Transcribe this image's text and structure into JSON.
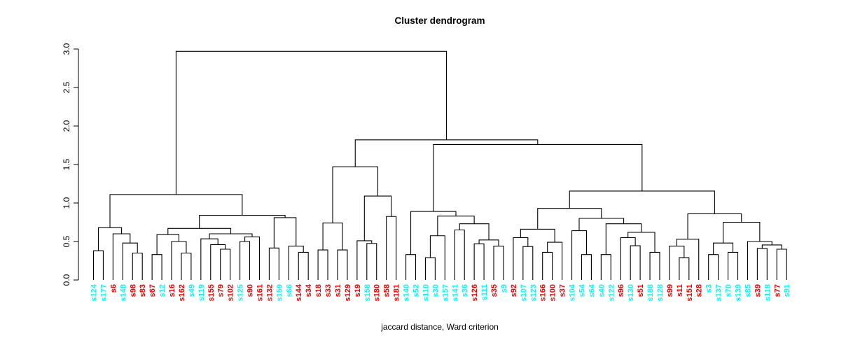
{
  "title": "Cluster dendrogram",
  "subtitle": "jaccard distance, Ward criterion",
  "colors": {
    "cyan": "#00ffff",
    "red": "#ff0000",
    "line": "#000000",
    "background": "#ffffff"
  },
  "chart_data": {
    "type": "dendrogram",
    "ylim": [
      0,
      3
    ],
    "yticks": [
      "0.0",
      "0.5",
      "1.0",
      "1.5",
      "2.0",
      "2.5",
      "3.0"
    ],
    "grid": false,
    "leaves": [
      {
        "label": "s124",
        "color": "cyan"
      },
      {
        "label": "s177",
        "color": "cyan"
      },
      {
        "label": "s6",
        "color": "red"
      },
      {
        "label": "s148",
        "color": "cyan"
      },
      {
        "label": "s98",
        "color": "red"
      },
      {
        "label": "s83",
        "color": "red"
      },
      {
        "label": "s67",
        "color": "red"
      },
      {
        "label": "s12",
        "color": "cyan"
      },
      {
        "label": "s16",
        "color": "red"
      },
      {
        "label": "s162",
        "color": "red"
      },
      {
        "label": "s49",
        "color": "cyan"
      },
      {
        "label": "s119",
        "color": "cyan"
      },
      {
        "label": "s155",
        "color": "red"
      },
      {
        "label": "s79",
        "color": "red"
      },
      {
        "label": "s102",
        "color": "red"
      },
      {
        "label": "s125",
        "color": "cyan"
      },
      {
        "label": "s90",
        "color": "red"
      },
      {
        "label": "s161",
        "color": "red"
      },
      {
        "label": "s132",
        "color": "red"
      },
      {
        "label": "s159",
        "color": "cyan"
      },
      {
        "label": "s66",
        "color": "cyan"
      },
      {
        "label": "s144",
        "color": "red"
      },
      {
        "label": "s34",
        "color": "red"
      },
      {
        "label": "s18",
        "color": "red"
      },
      {
        "label": "s33",
        "color": "red"
      },
      {
        "label": "s31",
        "color": "red"
      },
      {
        "label": "s129",
        "color": "red"
      },
      {
        "label": "s19",
        "color": "red"
      },
      {
        "label": "s158",
        "color": "cyan"
      },
      {
        "label": "s180",
        "color": "red"
      },
      {
        "label": "s58",
        "color": "red"
      },
      {
        "label": "s181",
        "color": "red"
      },
      {
        "label": "s140",
        "color": "cyan"
      },
      {
        "label": "s52",
        "color": "cyan"
      },
      {
        "label": "s110",
        "color": "cyan"
      },
      {
        "label": "s30",
        "color": "cyan"
      },
      {
        "label": "s157",
        "color": "cyan"
      },
      {
        "label": "s141",
        "color": "cyan"
      },
      {
        "label": "s36",
        "color": "cyan"
      },
      {
        "label": "s126",
        "color": "red"
      },
      {
        "label": "s111",
        "color": "cyan"
      },
      {
        "label": "s35",
        "color": "red"
      },
      {
        "label": "s9",
        "color": "cyan"
      },
      {
        "label": "s92",
        "color": "red"
      },
      {
        "label": "s107",
        "color": "cyan"
      },
      {
        "label": "s123",
        "color": "cyan"
      },
      {
        "label": "s166",
        "color": "red"
      },
      {
        "label": "s100",
        "color": "red"
      },
      {
        "label": "s37",
        "color": "red"
      },
      {
        "label": "s104",
        "color": "cyan"
      },
      {
        "label": "s54",
        "color": "cyan"
      },
      {
        "label": "s64",
        "color": "cyan"
      },
      {
        "label": "s40",
        "color": "cyan"
      },
      {
        "label": "s122",
        "color": "cyan"
      },
      {
        "label": "s96",
        "color": "red"
      },
      {
        "label": "s130",
        "color": "cyan"
      },
      {
        "label": "s51",
        "color": "red"
      },
      {
        "label": "s188",
        "color": "cyan"
      },
      {
        "label": "s128",
        "color": "cyan"
      },
      {
        "label": "s99",
        "color": "red"
      },
      {
        "label": "s11",
        "color": "red"
      },
      {
        "label": "s151",
        "color": "red"
      },
      {
        "label": "s28",
        "color": "red"
      },
      {
        "label": "s3",
        "color": "cyan"
      },
      {
        "label": "s137",
        "color": "cyan"
      },
      {
        "label": "s70",
        "color": "cyan"
      },
      {
        "label": "s139",
        "color": "cyan"
      },
      {
        "label": "s85",
        "color": "cyan"
      },
      {
        "label": "s39",
        "color": "red"
      },
      {
        "label": "s118",
        "color": "cyan"
      },
      {
        "label": "s77",
        "color": "red"
      },
      {
        "label": "s91",
        "color": "cyan"
      }
    ],
    "tree": {
      "h": 2.97,
      "c": [
        {
          "h": 1.11,
          "c": [
            {
              "h": 0.68,
              "c": [
                {
                  "h": 0.38,
                  "c": [
                    "s124",
                    "s177"
                  ]
                },
                {
                  "h": 0.6,
                  "c": [
                    "s6",
                    {
                      "h": 0.48,
                      "c": [
                        "s148",
                        {
                          "h": 0.35,
                          "c": [
                            "s98",
                            "s83"
                          ]
                        }
                      ]
                    }
                  ]
                }
              ]
            },
            {
              "h": 0.84,
              "c": [
                {
                  "h": 0.67,
                  "c": [
                    {
                      "h": 0.59,
                      "c": [
                        {
                          "h": 0.33,
                          "c": [
                            "s67",
                            "s12"
                          ]
                        },
                        {
                          "h": 0.5,
                          "c": [
                            "s16",
                            {
                              "h": 0.35,
                              "c": [
                                "s162",
                                "s49"
                              ]
                            }
                          ]
                        }
                      ]
                    },
                    {
                      "h": 0.6,
                      "c": [
                        {
                          "h": 0.535,
                          "c": [
                            "s119",
                            {
                              "h": 0.46,
                              "c": [
                                "s155",
                                {
                                  "h": 0.4,
                                  "c": [
                                    "s79",
                                    "s102"
                                  ]
                                }
                              ]
                            }
                          ]
                        },
                        {
                          "h": 0.56,
                          "c": [
                            {
                              "h": 0.5,
                              "c": [
                                "s125",
                                "s90"
                              ]
                            },
                            "s161"
                          ]
                        }
                      ]
                    }
                  ]
                },
                {
                  "h": 0.81,
                  "c": [
                    {
                      "h": 0.415,
                      "c": [
                        "s132",
                        "s159"
                      ]
                    },
                    {
                      "h": 0.44,
                      "c": [
                        "s66",
                        {
                          "h": 0.36,
                          "c": [
                            "s144",
                            "s34"
                          ]
                        }
                      ]
                    }
                  ]
                }
              ]
            }
          ]
        },
        {
          "h": 1.82,
          "c": [
            {
              "h": 1.47,
              "c": [
                {
                  "h": 0.74,
                  "c": [
                    {
                      "h": 0.39,
                      "c": [
                        "s18",
                        "s33"
                      ]
                    },
                    {
                      "h": 0.39,
                      "c": [
                        "s31",
                        "s129"
                      ]
                    }
                  ]
                },
                {
                  "h": 1.09,
                  "c": [
                    {
                      "h": 0.51,
                      "c": [
                        "s19",
                        {
                          "h": 0.475,
                          "c": [
                            "s158",
                            "s180"
                          ]
                        }
                      ]
                    },
                    {
                      "h": 0.825,
                      "c": [
                        "s58",
                        "s181"
                      ]
                    }
                  ]
                }
              ]
            },
            {
              "h": 1.76,
              "c": [
                {
                  "h": 0.89,
                  "c": [
                    {
                      "h": 0.33,
                      "c": [
                        "s140",
                        "s52"
                      ]
                    },
                    {
                      "h": 0.83,
                      "c": [
                        {
                          "h": 0.575,
                          "c": [
                            {
                              "h": 0.29,
                              "c": [
                                "s110",
                                "s30"
                              ]
                            },
                            "s157"
                          ]
                        },
                        {
                          "h": 0.73,
                          "c": [
                            {
                              "h": 0.65,
                              "c": [
                                "s141",
                                "s36"
                              ]
                            },
                            {
                              "h": 0.52,
                              "c": [
                                {
                                  "h": 0.47,
                                  "c": [
                                    "s126",
                                    "s111"
                                  ]
                                },
                                {
                                  "h": 0.44,
                                  "c": [
                                    "s35",
                                    "s9"
                                  ]
                                }
                              ]
                            }
                          ]
                        }
                      ]
                    }
                  ]
                },
                {
                  "h": 1.155,
                  "c": [
                    {
                      "h": 0.93,
                      "c": [
                        {
                          "h": 0.66,
                          "c": [
                            {
                              "h": 0.55,
                              "c": [
                                "s92",
                                {
                                  "h": 0.435,
                                  "c": [
                                    "s107",
                                    "s123"
                                  ]
                                }
                              ]
                            },
                            {
                              "h": 0.49,
                              "c": [
                                {
                                  "h": 0.36,
                                  "c": [
                                    "s166",
                                    "s100"
                                  ]
                                },
                                "s37"
                              ]
                            }
                          ]
                        },
                        {
                          "h": 0.8,
                          "c": [
                            {
                              "h": 0.64,
                              "c": [
                                "s104",
                                {
                                  "h": 0.33,
                                  "c": [
                                    "s54",
                                    "s64"
                                  ]
                                }
                              ]
                            },
                            {
                              "h": 0.73,
                              "c": [
                                {
                                  "h": 0.33,
                                  "c": [
                                    "s40",
                                    "s122"
                                  ]
                                },
                                {
                                  "h": 0.62,
                                  "c": [
                                    {
                                      "h": 0.55,
                                      "c": [
                                        "s96",
                                        {
                                          "h": 0.445,
                                          "c": [
                                            "s130",
                                            "s51"
                                          ]
                                        }
                                      ]
                                    },
                                    {
                                      "h": 0.36,
                                      "c": [
                                        "s188",
                                        "s128"
                                      ]
                                    }
                                  ]
                                }
                              ]
                            }
                          ]
                        }
                      ]
                    },
                    {
                      "h": 0.86,
                      "c": [
                        {
                          "h": 0.53,
                          "c": [
                            {
                              "h": 0.44,
                              "c": [
                                "s99",
                                {
                                  "h": 0.29,
                                  "c": [
                                    "s11",
                                    "s151"
                                  ]
                                }
                              ]
                            },
                            "s28"
                          ]
                        },
                        {
                          "h": 0.75,
                          "c": [
                            {
                              "h": 0.48,
                              "c": [
                                {
                                  "h": 0.33,
                                  "c": [
                                    "s3",
                                    "s137"
                                  ]
                                },
                                {
                                  "h": 0.36,
                                  "c": [
                                    "s70",
                                    "s139"
                                  ]
                                }
                              ]
                            },
                            {
                              "h": 0.5,
                              "c": [
                                "s85",
                                {
                                  "h": 0.455,
                                  "c": [
                                    {
                                      "h": 0.41,
                                      "c": [
                                        "s39",
                                        "s118"
                                      ]
                                    },
                                    {
                                      "h": 0.4,
                                      "c": [
                                        "s77",
                                        "s91"
                                      ]
                                    }
                                  ]
                                }
                              ]
                            }
                          ]
                        }
                      ]
                    }
                  ]
                }
              ]
            }
          ]
        }
      ]
    }
  }
}
